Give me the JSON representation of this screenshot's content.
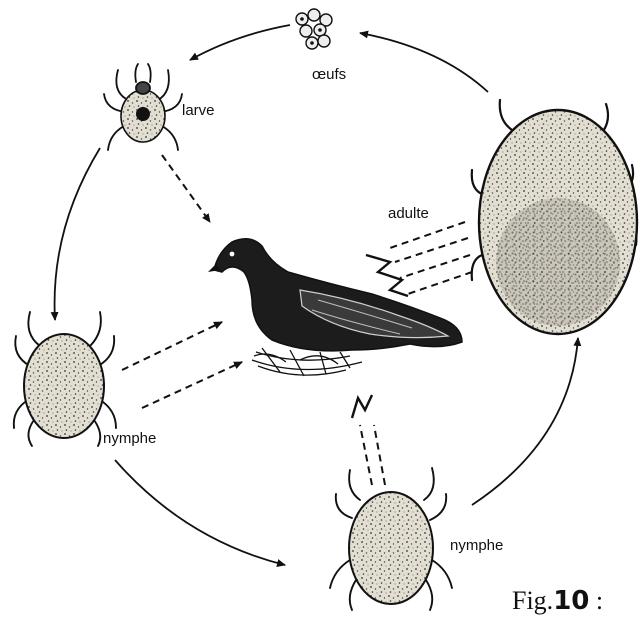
{
  "labels": {
    "eggs": "œufs",
    "larva": "larve",
    "adult": "adulte",
    "nymph_left": "nymphe",
    "nymph_bottom": "nymphe"
  },
  "caption": {
    "prefix": "Fig.",
    "number": "10",
    "suffix": " :"
  },
  "icons": [
    "egg-cluster-icon",
    "larva-tick-icon",
    "adult-tick-icon",
    "nymph-tick-icon",
    "pigeon-icon"
  ],
  "colors": {
    "ink": "#111111",
    "tick_fill": "#dcd8cc",
    "bird": "#1c1c1c"
  }
}
